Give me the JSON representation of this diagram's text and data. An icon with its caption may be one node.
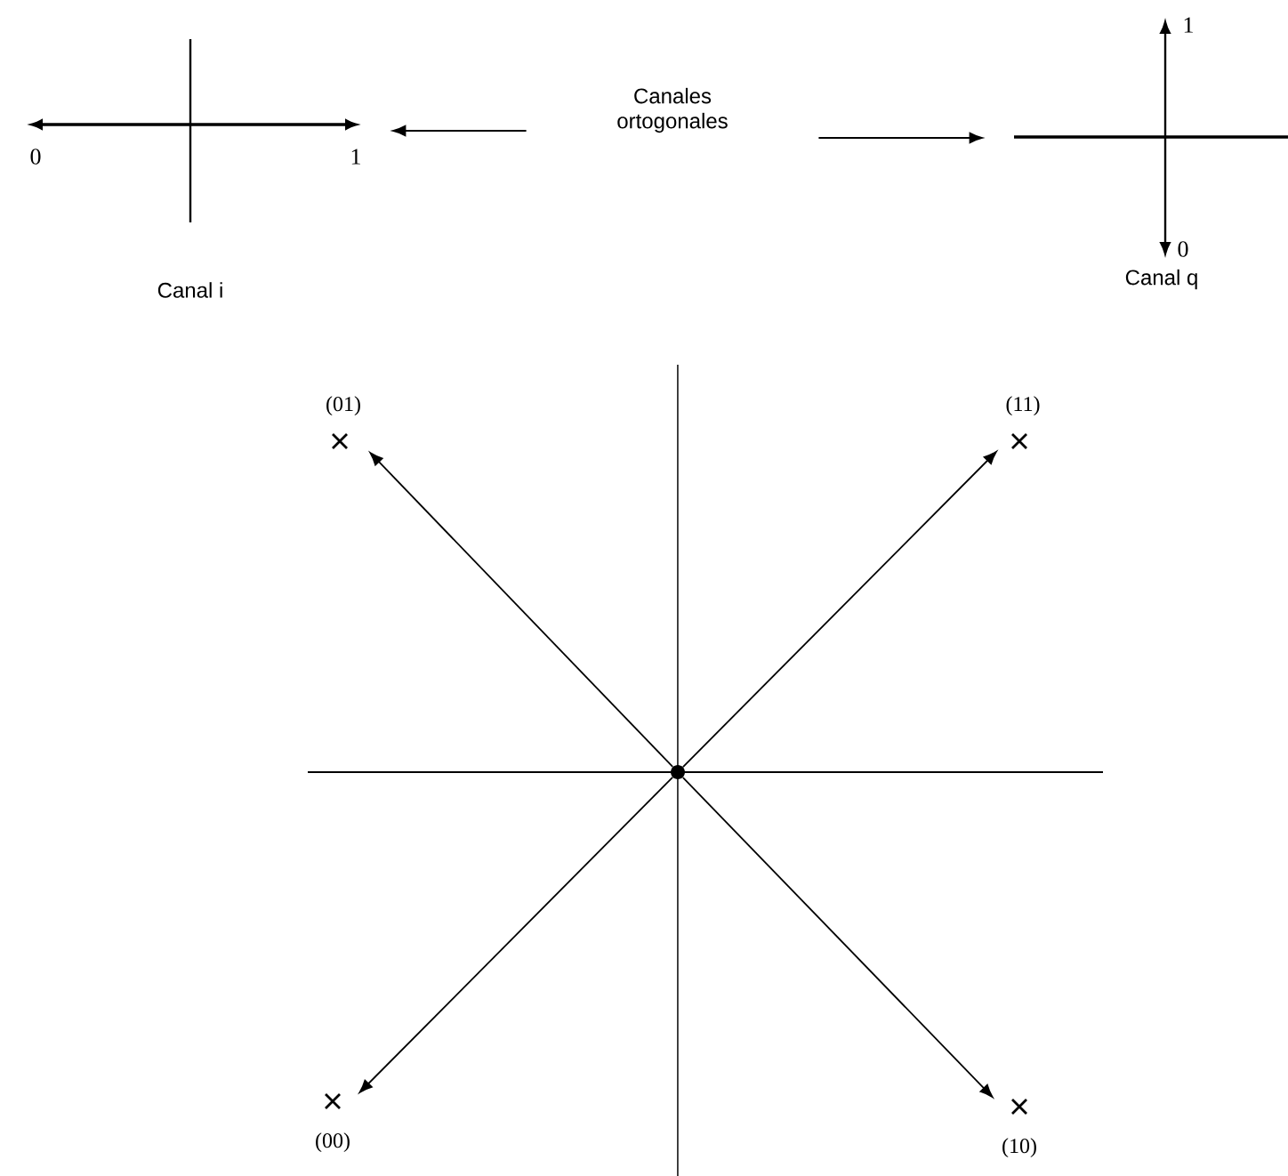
{
  "diagram": {
    "nodes": [
      {
        "text": [
          "Canales ortogonales"
        ]
      },
      {
        "text": [],
        "shape": "picture",
        "beside": [
          "Canal i"
        ]
      },
      {
        "text": [],
        "shape": "picture",
        "beside": [
          "Canal q"
        ]
      },
      {
        "text": [],
        "shape": "circle"
      },
      {
        "text": [
          "(01)"
        ]
      },
      {
        "text": [
          "(11)"
        ]
      },
      {
        "text": [
          "(00)"
        ]
      },
      {
        "text": [
          "(10)"
        ]
      }
    ],
    "edges": [
      {
        "from": 0,
        "to": 1,
        "arrow": "to"
      },
      {
        "from": 0,
        "to": 2,
        "arrow": "to"
      },
      {
        "from": 3,
        "to": 4,
        "arrow": "to"
      },
      {
        "from": 3,
        "to": 5,
        "arrow": "to"
      },
      {
        "from": 3,
        "to": 6,
        "arrow": "to"
      },
      {
        "from": 3,
        "to": 7,
        "arrow": "to"
      }
    ],
    "labels": [
      "0",
      "1",
      "1",
      "0"
    ]
  }
}
